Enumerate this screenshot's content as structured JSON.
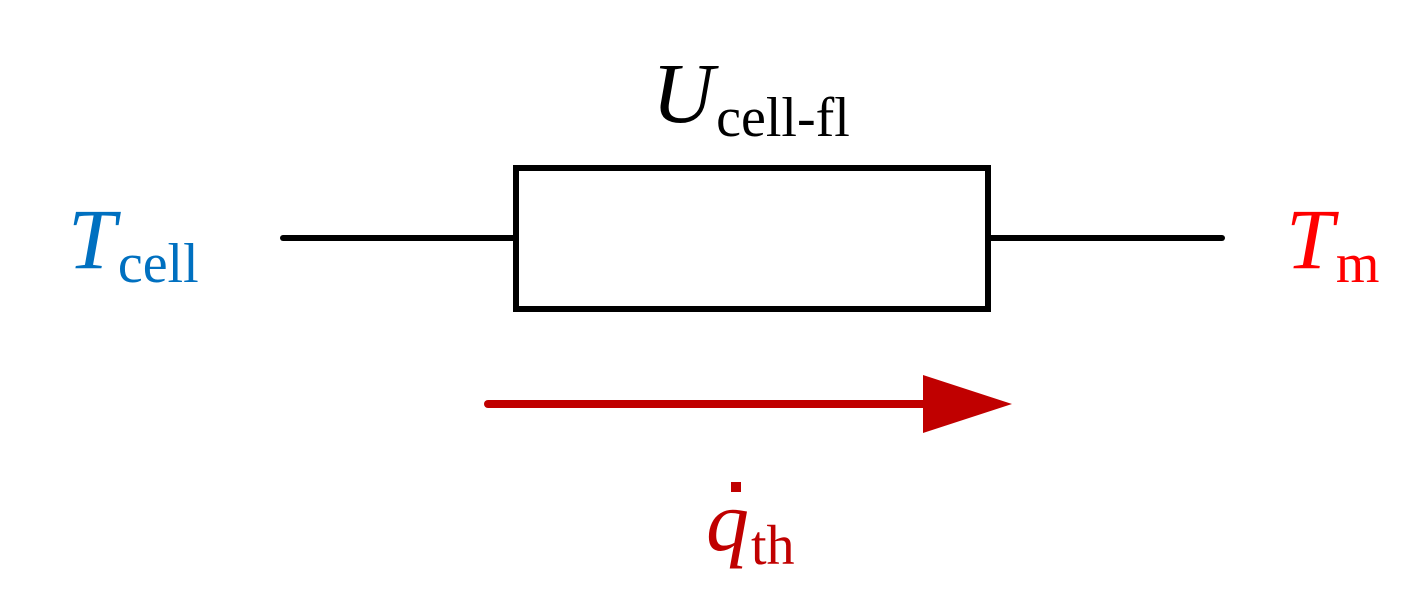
{
  "colors": {
    "wire": "#000000",
    "cell_temperature": "#0070c0",
    "medium_temperature": "#ff0000",
    "heat_flow": "#c00000"
  },
  "labels": {
    "left_node": {
      "symbol": "T",
      "subscript": "cell"
    },
    "right_node": {
      "symbol": "T",
      "subscript": "m"
    },
    "resistor": {
      "symbol": "U",
      "subscript": "cell-fl"
    },
    "flow": {
      "symbol": "q",
      "subscript": "th",
      "accent": "dot"
    }
  },
  "arrow": {
    "direction": "right"
  }
}
